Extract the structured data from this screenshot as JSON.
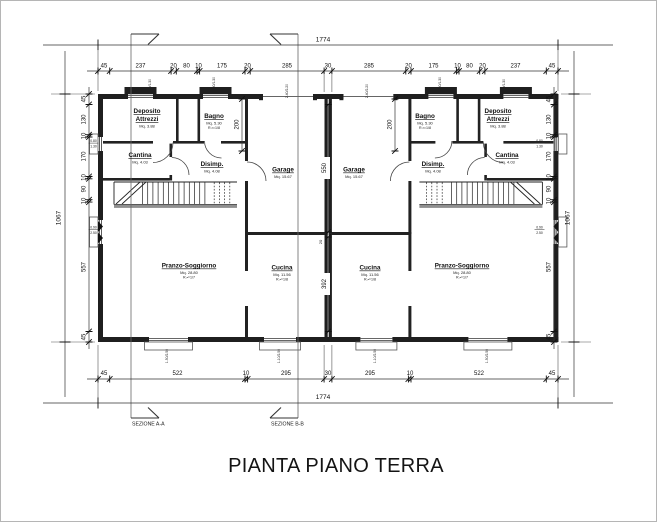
{
  "title": "PIANTA PIANO TERRA",
  "sections": {
    "a": "SEZIONE A-A",
    "b": "SEZIONE B-B"
  },
  "dims": {
    "top_total": "1774",
    "bottom_total": "1774",
    "left_total": "1067",
    "right_total": "1067",
    "top_chain": [
      "45",
      "237",
      "20",
      "80",
      "10",
      "175",
      "20",
      "285",
      "30",
      "285",
      "20",
      "175",
      "10",
      "80",
      "20",
      "237",
      "45"
    ],
    "bottom_chain": [
      "45",
      "522",
      "10",
      "295",
      "30",
      "295",
      "10",
      "522",
      "45"
    ],
    "left_chain": [
      "45",
      "130",
      "10",
      "170",
      "10",
      "90",
      "10",
      "557",
      "45"
    ],
    "right_chain": [
      "45",
      "130",
      "10",
      "170",
      "10",
      "90",
      "10",
      "557",
      "45"
    ],
    "center_upper": "550",
    "center_lower": "392",
    "center_wall": "20",
    "bagno_height_left": "200",
    "bagno_height_right": "200"
  },
  "rooms": {
    "left": {
      "deposito": {
        "name1": "Deposito",
        "name2": "Attrezzi",
        "area": "Mq. 3.88"
      },
      "bagno": {
        "name": "Bagno",
        "area": "Mq. 5.30",
        "ratio": "R.▪=1/8"
      },
      "cantina": {
        "name": "Cantina",
        "area": "Mq. 4.03"
      },
      "disimp": {
        "name": "Disimp.",
        "area": "Mq. 4.08"
      },
      "garage": {
        "name": "Garage",
        "area": "Mq. 15.67"
      },
      "pranzo": {
        "name": "Pranzo-Soggiorno",
        "area": "Mq. 28.80",
        "ratio": "R.▪=1/7"
      },
      "cucina": {
        "name": "Cucina",
        "area": "Mq. 11.56",
        "ratio": "R.▪=1/8"
      }
    },
    "right": {
      "deposito": {
        "name1": "Deposito",
        "name2": "Attrezzi",
        "area": "Mq. 3.88"
      },
      "bagno": {
        "name": "Bagno",
        "area": "Mq. 5.30",
        "ratio": "R.▪=1/8"
      },
      "cantina": {
        "name": "Cantina",
        "area": "Mq. 4.03"
      },
      "disimp": {
        "name": "Disimp.",
        "area": "Mq. 4.08"
      },
      "garage": {
        "name": "Garage",
        "area": "Mq. 15.67"
      },
      "pranzo": {
        "name": "Pranzo-Soggiorno",
        "area": "Mq. 28.80",
        "ratio": "R.▪=1/7"
      },
      "cucina": {
        "name": "Cucina",
        "area": "Mq. 11.56",
        "ratio": "R.▪=1/8"
      }
    }
  },
  "windows": {
    "small": {
      "w": "0.80",
      "h": "1.30",
      "label": "0.80/1.30"
    },
    "french": {
      "w": "0.90",
      "h": "2.50",
      "label": "0.90/2.50"
    },
    "pranzo": {
      "label": "1.50/2.50"
    },
    "cucina": {
      "label": "1.10/2.50"
    },
    "garage": {
      "label": "2.40/2.20"
    }
  }
}
